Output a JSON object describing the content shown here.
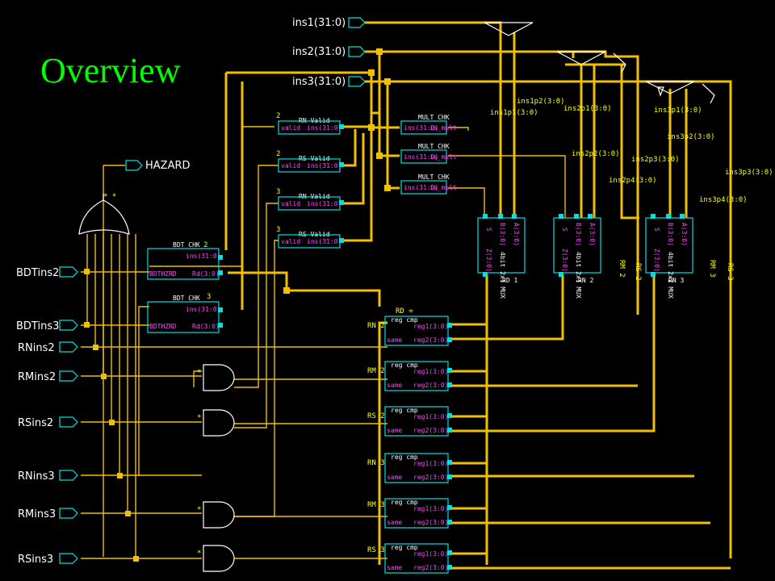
{
  "title": "Overview",
  "input_ports_top": [
    "ins1(31:0)",
    "ins2(31:0)",
    "ins3(31:0)"
  ],
  "output_port": "HAZARD",
  "left_ports": [
    "BDTins2",
    "BDTins3",
    "RNins2",
    "RMins2",
    "RSins2",
    "RNins3",
    "RMins3",
    "RSins3"
  ],
  "valid_blocks": [
    {
      "name": "RN Valid",
      "idx": "2",
      "pin_left": "valid",
      "pin_right": "ins(31:0)"
    },
    {
      "name": "RS Valid",
      "idx": "2",
      "pin_left": "valid",
      "pin_right": "ins(31:0)"
    },
    {
      "name": "RN Valid",
      "idx": "3",
      "pin_left": "valid",
      "pin_right": "ins(31:0)"
    },
    {
      "name": "RS Valid",
      "idx": "3",
      "pin_left": "valid",
      "pin_right": "ins(31:0)"
    }
  ],
  "mult_blocks": [
    {
      "name": "MULT CHK",
      "pin_left": "ins(31:0)",
      "pin_right": "is_mult"
    },
    {
      "name": "MULT CHK",
      "pin_left": "ins(31:0)",
      "pin_right": "is_mult"
    },
    {
      "name": "MULT CHK",
      "pin_left": "ins(31:0)",
      "pin_right": "is_mult"
    }
  ],
  "bdt_blocks": [
    {
      "name": "BDT CHK",
      "idx": "2",
      "pin_in": "ins(31:0)",
      "pin_left": "BDTHZRD",
      "pin_right": "Rd(3:0)"
    },
    {
      "name": "BDT CHK",
      "idx": "3",
      "pin_in": "ins(31:0)",
      "pin_left": "BDTHZRD",
      "pin_right": "Rd(3:0)"
    }
  ],
  "mux_blocks": [
    {
      "label": "RD 1",
      "pins": [
        "S",
        "B(3:0)",
        "A(3:0)"
      ],
      "out": "Z(3:0)",
      "type": "4bit 2x1 MUX"
    },
    {
      "label": "RN 2",
      "pins": [
        "S",
        "B(3:0)",
        "A(3:0)"
      ],
      "out": "Z(3:0)",
      "type": "4bit 2x1 MUX"
    },
    {
      "label": "RN 3",
      "pins": [
        "S",
        "B(3:0)",
        "A(3:0)"
      ],
      "out": "Z(3:0)",
      "type": "4bit 2x1 MUX"
    }
  ],
  "regcmp_blocks": [
    {
      "side_label": "RN 2",
      "name": "reg cmp",
      "pin_out": "same",
      "pin1": "reg1(3:0)",
      "pin2": "reg2(3:0)"
    },
    {
      "side_label": "RM 2",
      "name": "reg cmp",
      "pin_out": "same",
      "pin1": "reg1(3:0)",
      "pin2": "reg2(3:0)"
    },
    {
      "side_label": "RS 2",
      "name": "reg cmp",
      "pin_out": "same",
      "pin1": "reg1(3:0)",
      "pin2": "reg2(3:0)"
    },
    {
      "side_label": "RN 3",
      "name": "reg cmp",
      "pin_out": "same",
      "pin1": "reg1(3:0)",
      "pin2": "reg2(3:0)"
    },
    {
      "side_label": "RM 3",
      "name": "reg cmp",
      "pin_out": "same",
      "pin1": "reg1(3:0)",
      "pin2": "reg2(3:0)"
    },
    {
      "side_label": "RS 3",
      "name": "reg cmp",
      "pin_out": "same",
      "pin1": "reg1(3:0)",
      "pin2": "reg2(3:0)"
    }
  ],
  "rd_label": "RD =",
  "bus_labels": [
    "ins1p1(3:0)",
    "ins1p2(3:0)",
    "ins2p1(3:0)",
    "ins2p2(3:0)",
    "ins2p3(3:0)",
    "ins2p4(3:0)",
    "ins3p1(3:0)",
    "ins3p2(3:0)",
    "ins3p3(3:0)",
    "ins3p4(3:0)"
  ],
  "vertical_labels": [
    "RM 2",
    "RS 2",
    "RM 3",
    "RS 3"
  ],
  "colors": {
    "wire": "#f0c000",
    "block": "#00e0e0",
    "pin_text": "#ff44ff",
    "title": "#00ff00"
  }
}
